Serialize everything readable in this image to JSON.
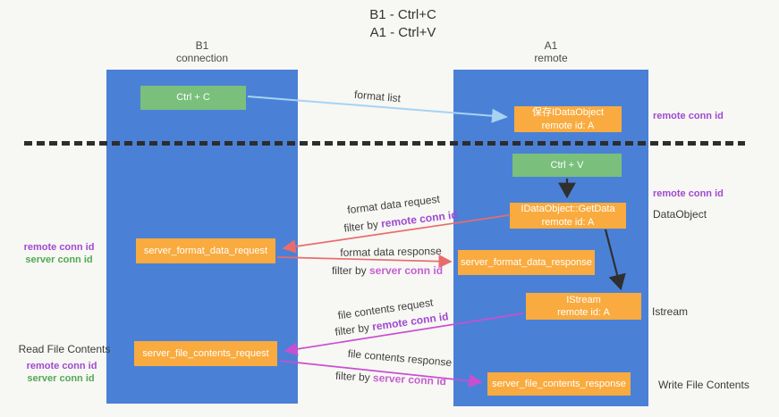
{
  "title": {
    "line1": "B1 - Ctrl+C",
    "line2": "A1 - Ctrl+V"
  },
  "lanes": {
    "left": {
      "name": "B1",
      "subtitle": "connection"
    },
    "right": {
      "name": "A1",
      "subtitle": "remote"
    }
  },
  "boxes": {
    "ctrl_c": "Ctrl + C",
    "ctrl_v": "Ctrl + V",
    "save_dataobject": {
      "title": "保存IDataObject",
      "subtitle": "remote id: A"
    },
    "getdata": {
      "title": "IDataObject::GetData",
      "subtitle": "remote id: A"
    },
    "istream": {
      "title": "IStream",
      "subtitle": "remote id: A"
    },
    "format_request": "server_format_data_request",
    "format_response": "server_format_data_response",
    "file_request": "server_file_contents_request",
    "file_response": "server_file_contents_response"
  },
  "arrow_labels": {
    "format_list": "format list",
    "format_data_request": "format data request",
    "format_data_response": "format data response",
    "file_contents_request": "file contents request",
    "file_contents_response": "file contents response",
    "filter_by": "filter by ",
    "remote_conn_id": "remote conn id",
    "server_conn_id": "server conn id"
  },
  "side_labels": {
    "remote_conn_id": "remote conn id",
    "server_conn_id": "server conn id",
    "dataobject": "DataObject",
    "istream": "Istream",
    "read_file_contents": "Read File Contents",
    "write_file_contents": "Write File Contents"
  },
  "colors": {
    "lane_blue": "#4a81d6",
    "box_green": "#7abf7c",
    "box_orange": "#f9ab3f",
    "arrow_red": "#e96c6c",
    "arrow_magenta": "#c94fd0",
    "arrow_light_blue": "#a6d3f3",
    "arrow_black": "#2f2f2f",
    "label_purple": "#a04ad0",
    "label_orchid": "#c45fd0",
    "label_green": "#53a953"
  }
}
